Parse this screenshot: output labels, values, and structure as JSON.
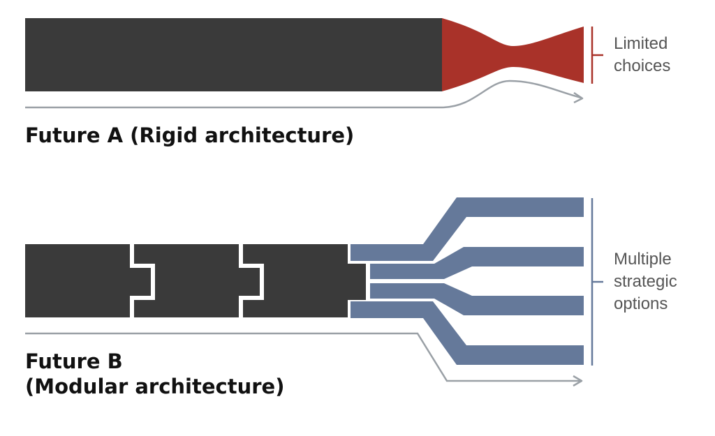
{
  "future_a": {
    "title": "Future A (Rigid architecture)",
    "label_lines": [
      "Limited",
      "choices"
    ]
  },
  "future_b": {
    "title_lines": [
      "Future B",
      "(Modular architecture)"
    ],
    "label_lines": [
      "Multiple",
      "strategic",
      "options"
    ]
  },
  "colors": {
    "block": "#3a3a3a",
    "bottleneck": "#a93229",
    "channels": "#65799a",
    "arrow": "#9aa0a6",
    "bracket_a": "#a93229",
    "bracket_b": "#65799a",
    "title_text": "#111111",
    "label_text": "#555555"
  }
}
